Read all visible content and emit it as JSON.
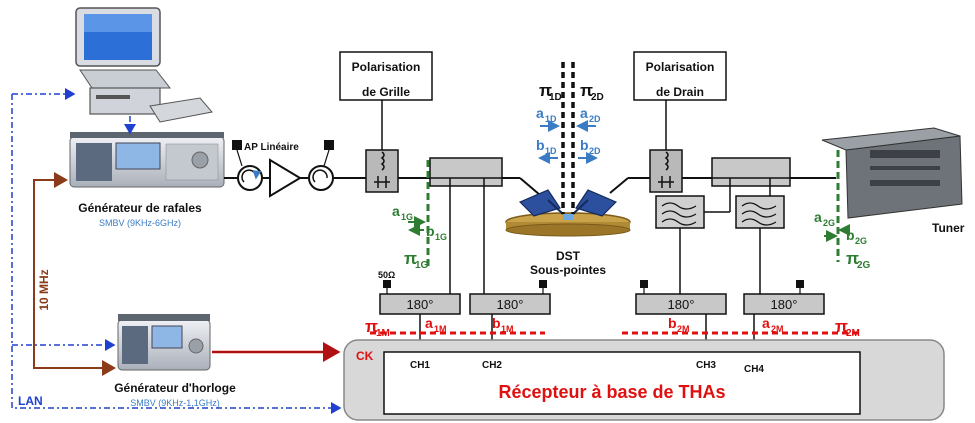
{
  "labels": {
    "gen_rafales": "Générateur de rafales",
    "gen_rafales_model": "SMBV (9KHz-6GHz)",
    "gen_horloge": "Générateur d'horloge",
    "gen_horloge_model": "SMBV (9KHz-1,1GHz)",
    "ap_lineaire": "AP Linéaire",
    "pol_grille_1": "Polarisation",
    "pol_grille_2": "de Grille",
    "pol_drain_1": "Polarisation",
    "pol_drain_2": "de Drain",
    "dst": "DST",
    "sous_pointes": "Sous-pointes",
    "tuner": "Tuner",
    "ten_mhz": "10 MHz",
    "lan": "LAN",
    "ck": "CK",
    "ohm": "50Ω",
    "recepteur": "Récepteur à base de THAs",
    "coupler_180": "180°",
    "ch1": "CH1",
    "ch2": "CH2",
    "ch3": "CH3",
    "ch4": "CH4"
  },
  "symbols": {
    "pi": "π",
    "a": "a",
    "b": "b",
    "s_1D": "1D",
    "s_2D": "2D",
    "s_1G": "1G",
    "s_2G": "2G",
    "s_1M": "1M",
    "s_2M": "2M"
  },
  "colors": {
    "blue": "#3a7cc4",
    "green": "#2e7d32",
    "red": "#e01010",
    "brown": "#8b3a1a",
    "dark_red": "#b01010",
    "lan_blue": "#2040d0",
    "grey_fill": "#c8c8c8",
    "receiver_fill": "#d8d8d8"
  }
}
